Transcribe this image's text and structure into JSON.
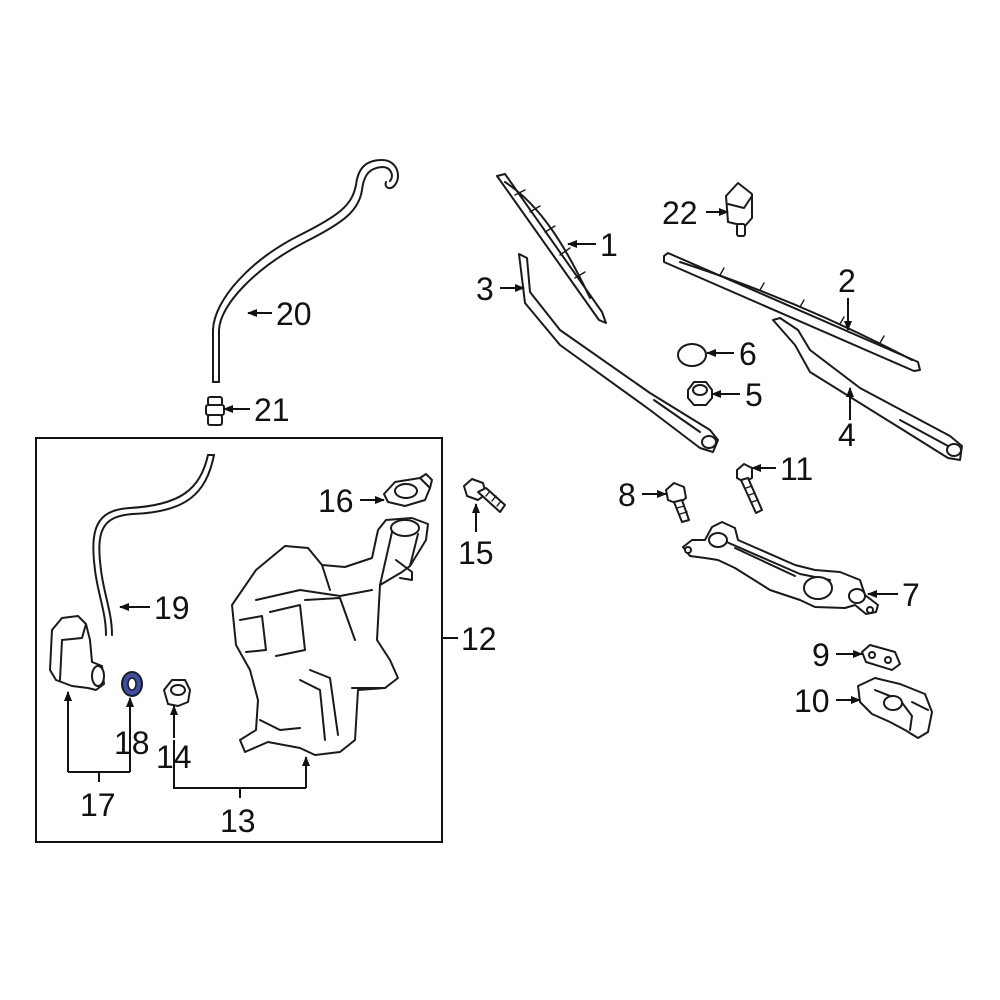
{
  "callouts": {
    "c1": "1",
    "c2": "2",
    "c3": "3",
    "c4": "4",
    "c5": "5",
    "c6": "6",
    "c7": "7",
    "c8": "8",
    "c9": "9",
    "c10": "10",
    "c11": "11",
    "c12": "12",
    "c13": "13",
    "c14": "14",
    "c15": "15",
    "c16": "16",
    "c17": "17",
    "c18": "18",
    "c19": "19",
    "c20": "20",
    "c21": "21",
    "c22": "22"
  },
  "colors": {
    "line": "#1a1a1a",
    "highlight_part": "#3b4fa8"
  }
}
